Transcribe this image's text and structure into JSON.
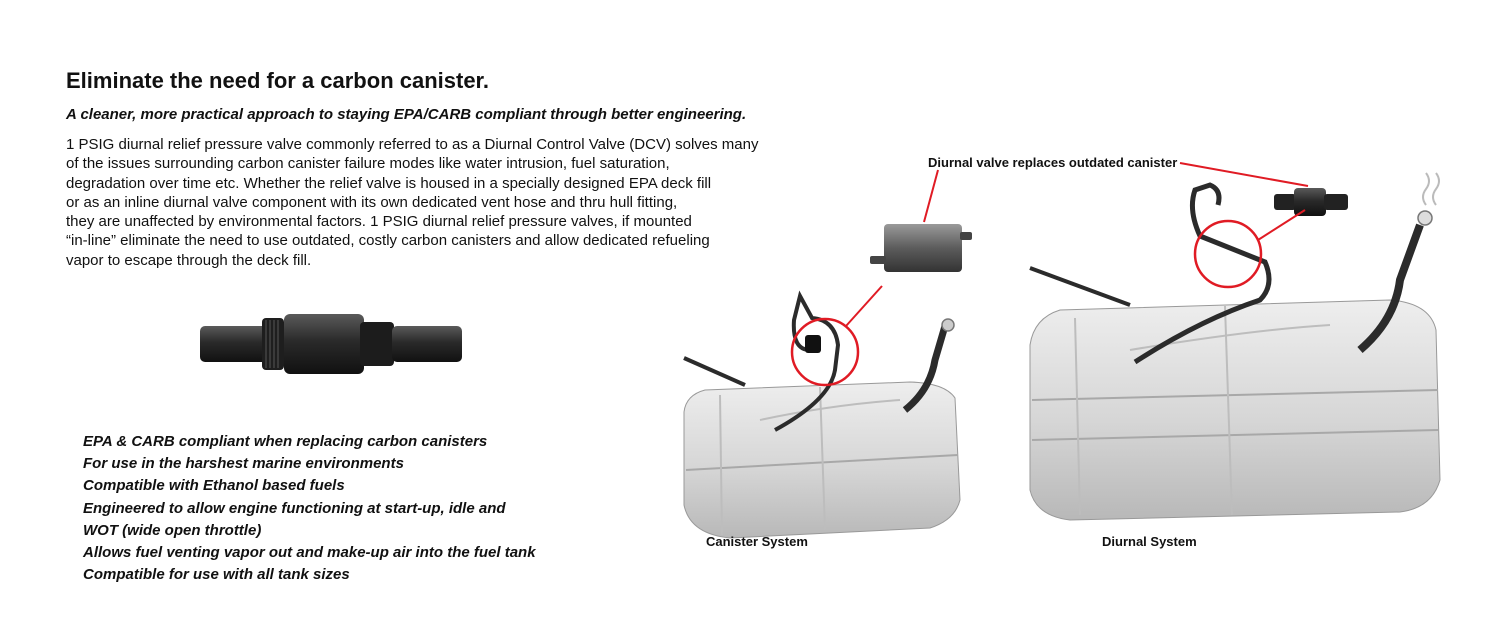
{
  "heading": {
    "title": "Eliminate the need for a carbon canister.",
    "subtitle": "A cleaner, more practical approach to staying EPA/CARB compliant through better engineering."
  },
  "body_lines": [
    "1 PSIG diurnal relief pressure valve commonly referred to as a Diurnal Control Valve (DCV) solves many",
    "of the issues surrounding carbon canister failure modes like water intrusion, fuel saturation,",
    "degradation over time etc. Whether the relief valve is housed in a specially designed EPA deck fill",
    "or as an inline diurnal valve component with its own dedicated vent hose and thru hull fitting,",
    "they are unaffected by environmental factors. 1 PSIG diurnal relief pressure valves, if mounted",
    "“in-line” eliminate the need to use outdated, costly carbon canisters and allow dedicated refueling",
    "vapor to escape through the deck fill."
  ],
  "features": [
    "EPA & CARB  compliant when replacing carbon canisters",
    "For use in the harshest marine environments",
    "Compatible with Ethanol based fuels",
    "Engineered to allow engine functioning at start-up, idle and",
    "WOT  (wide open throttle)",
    "Allows fuel venting vapor out and make-up air into the fuel tank",
    "Compatible for use with all tank sizes"
  ],
  "diagram": {
    "callout": "Diurnal valve replaces outdated canister",
    "canister_caption": "Canister System",
    "diurnal_caption": "Diurnal System",
    "highlight_color": "#e01b24"
  }
}
